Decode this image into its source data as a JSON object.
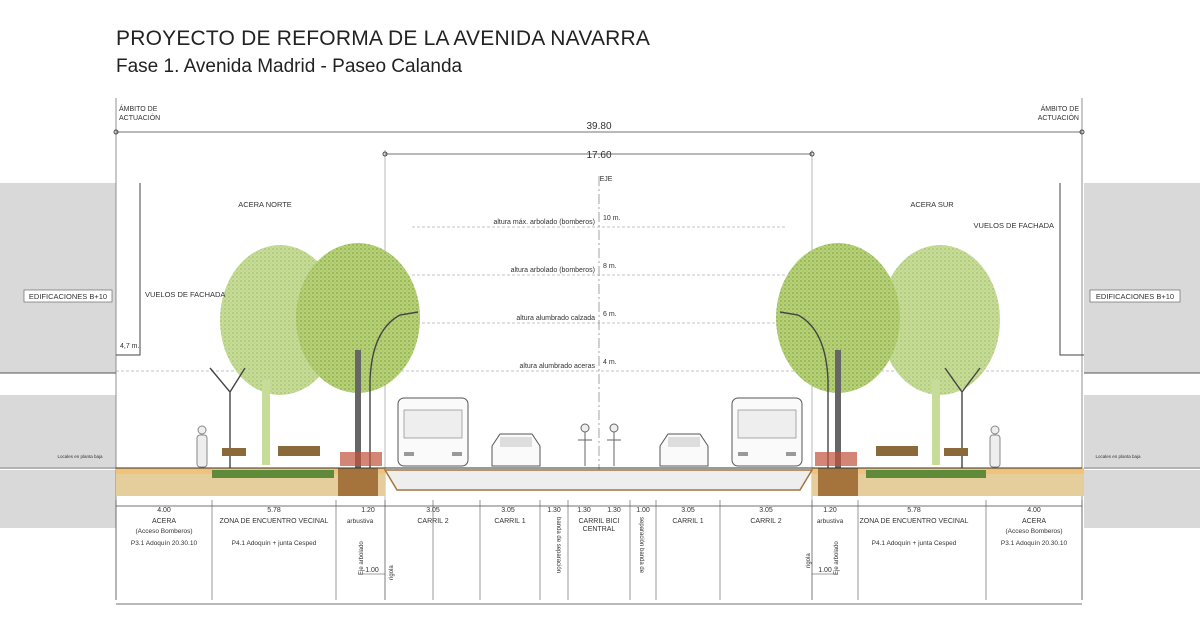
{
  "title": "PROYECTO DE REFORMA DE LA AVENIDA NAVARRA",
  "subtitle": "Fase 1. Avenida Madrid - Paseo Calanda",
  "scope_label_left": [
    "ÁMBITO DE",
    "ACTUACIÓN"
  ],
  "scope_label_right": [
    "ÁMBITO DE",
    "ACTUACIÓN"
  ],
  "total_width": "39.80",
  "road_width": "17.60",
  "axis_label": "EJE",
  "acera_norte": "ACERA NORTE",
  "acera_sur": "ACERA SUR",
  "vuelos_left": "VUELOS DE FACHADA",
  "vuelos_right": "VUELOS DE FACHADA",
  "edif_left": "EDIFICACIONES B+10",
  "edif_right": "EDIFICACIONES B+10",
  "facade_height": "4,7 m.",
  "heights": [
    {
      "label": "altura máx. arbolado (bomberos)",
      "value": "10 m."
    },
    {
      "label": "altura arbolado (bomberos)",
      "value": "8 m."
    },
    {
      "label": "altura alumbrado calzada",
      "value": "6 m."
    },
    {
      "label": "altura alumbrado aceras",
      "value": "4 m."
    }
  ],
  "sections": [
    {
      "dim": "4.00",
      "name": "ACERA",
      "sub": "(Acceso Bomberos)",
      "mat": "P3.1 Adoquín 20.30.10"
    },
    {
      "dim": "5.78",
      "name": "ZONA DE ENCUENTRO VECINAL",
      "sub": "",
      "mat": "P4.1 Adoquín + junta Cesped"
    },
    {
      "dim": "1.20",
      "name": "arbustiva",
      "sub": "",
      "mat": ""
    },
    {
      "dim": "3.05",
      "name": "CARRIL 2",
      "sub": "",
      "mat": ""
    },
    {
      "dim": "3.05",
      "name": "CARRIL 1",
      "sub": "",
      "mat": ""
    },
    {
      "dim": "1.30",
      "name": "banda de separación",
      "sub": "",
      "mat": ""
    },
    {
      "dim": "1.30",
      "name": "CARRIL BICI",
      "sub": "CENTRAL",
      "mat": ""
    },
    {
      "dim": "1.30",
      "name": "",
      "sub": "",
      "mat": ""
    },
    {
      "dim": "1.00",
      "name": "separación banda de",
      "sub": "",
      "mat": ""
    },
    {
      "dim": "3.05",
      "name": "CARRIL 1",
      "sub": "",
      "mat": ""
    },
    {
      "dim": "3.05",
      "name": "CARRIL 2",
      "sub": "",
      "mat": ""
    },
    {
      "dim": "1.20",
      "name": "arbustiva",
      "sub": "",
      "mat": ""
    },
    {
      "dim": "5.78",
      "name": "ZONA DE ENCUENTRO VECINAL",
      "sub": "",
      "mat": "P4.1 Adoquín + junta Cesped"
    },
    {
      "dim": "4.00",
      "name": "ACERA",
      "sub": "(Acceso Bomberos)",
      "mat": "P3.1 Adoquín 20.30.10"
    }
  ],
  "eje_arbolado": "Eje arbolado",
  "rigola": "rigola",
  "tree_offset": "1.00",
  "locales_label": "Locales en planta baja"
}
